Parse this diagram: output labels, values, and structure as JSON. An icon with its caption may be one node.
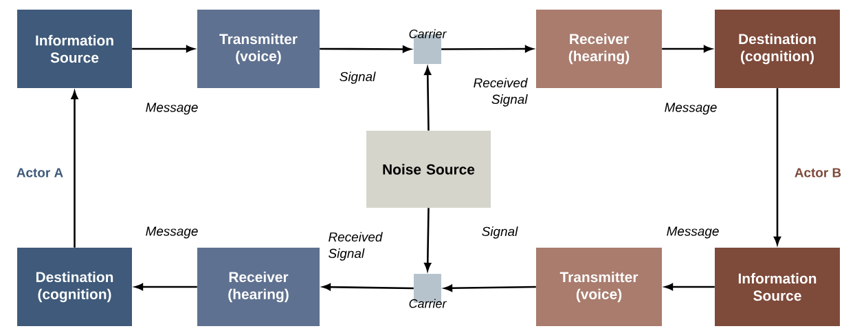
{
  "diagram": {
    "nodes": [
      {
        "text": [
          "Information Source"
        ]
      },
      {
        "text": [
          "Transmitter (voice)"
        ]
      },
      {
        "text": [
          "Carrier"
        ]
      },
      {
        "text": [
          "Receiver (hearing)"
        ]
      },
      {
        "text": [
          "Destination (cognition)"
        ]
      },
      {
        "text": [
          "Noise Source"
        ]
      },
      {
        "text": [
          "Destination (cognition)"
        ]
      },
      {
        "text": [
          "Receiver (hearing)"
        ]
      },
      {
        "text": [
          "Carrier"
        ]
      },
      {
        "text": [
          "Transmitter (voice)"
        ]
      },
      {
        "text": [
          "Information Source"
        ]
      }
    ],
    "edges": [
      {
        "from": 0,
        "to": 1,
        "arrow": "to",
        "label": "Message"
      },
      {
        "from": 1,
        "to": 2,
        "arrow": "to",
        "label": "Signal"
      },
      {
        "from": 2,
        "to": 3,
        "arrow": "to",
        "label": "Received Signal"
      },
      {
        "from": 3,
        "to": 4,
        "arrow": "to",
        "label": "Message"
      },
      {
        "from": 4,
        "to": 10,
        "arrow": "to",
        "label": "Actor B"
      },
      {
        "from": 10,
        "to": 9,
        "arrow": "to",
        "label": "Message"
      },
      {
        "from": 9,
        "to": 8,
        "arrow": "to",
        "label": "Signal"
      },
      {
        "from": 8,
        "to": 7,
        "arrow": "to",
        "label": "Received Signal"
      },
      {
        "from": 7,
        "to": 6,
        "arrow": "to",
        "label": "Message"
      },
      {
        "from": 6,
        "to": 0,
        "arrow": "to",
        "label": "Actor A"
      },
      {
        "from": 5,
        "to": 2,
        "arrow": "to"
      },
      {
        "from": 5,
        "to": 8,
        "arrow": "to"
      }
    ]
  }
}
